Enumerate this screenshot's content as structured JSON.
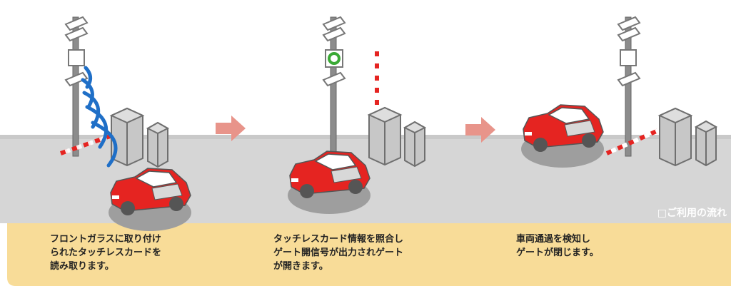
{
  "section_title": "□ご利用の流れ",
  "steps": [
    {
      "caption": "フロントガラスに取り付け\nられたタッチレスカードを\n読み取ります。"
    },
    {
      "caption": "タッチレスカード情報を照合し\nゲート開信号が出力されゲート\nが開きます。"
    },
    {
      "caption": "車両通過を検知し\nゲートが閉じます。"
    }
  ],
  "colors": {
    "road": "#d6d6d6",
    "caption_band": "#f8dc98",
    "car_body": "#e52421",
    "car_outline": "#9a9a9a",
    "signal_wave": "#1f6fc7",
    "signal_light": "#3aa935",
    "arrow": "#e8948a",
    "barrier_stripe": "#e52421",
    "booth": "#bdbdbd"
  }
}
